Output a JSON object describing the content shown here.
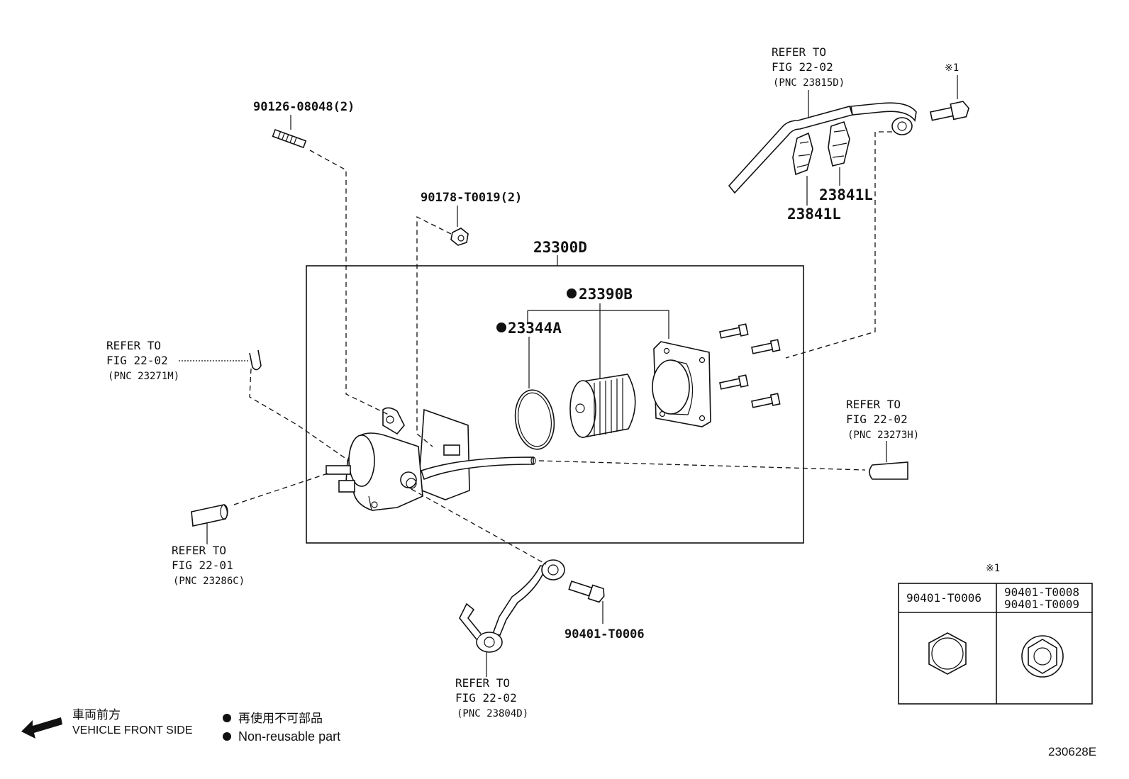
{
  "labels": {
    "stud_bolt": "90126-08048(2)",
    "nut": "90178-T0019(2)",
    "assembly": "23300D",
    "filter": "23390B",
    "oring": "23344A",
    "clip_a": "23841L",
    "clip_b": "23841L",
    "union_bolt_bottom": "90401-T0006",
    "footer_code": "230628E",
    "note_mark_top": "※1",
    "note_mark_table": "※1"
  },
  "refs": [
    {
      "id": "ref-top-right",
      "line1": "REFER TO",
      "line2": "FIG 22-02",
      "line3": "(PNC 23815D)"
    },
    {
      "id": "ref-left",
      "line1": "REFER TO",
      "line2": "FIG 22-02",
      "line3": "(PNC 23271M)"
    },
    {
      "id": "ref-right",
      "line1": "REFER TO",
      "line2": "FIG 22-02",
      "line3": "(PNC 23273H)"
    },
    {
      "id": "ref-bottom-left",
      "line1": "REFER TO",
      "line2": "FIG 22-01",
      "line3": "(PNC 23286C)"
    },
    {
      "id": "ref-bottom",
      "line1": "REFER TO",
      "line2": "FIG 22-02",
      "line3": "(PNC 23804D)"
    }
  ],
  "table": {
    "col1": "90401-T0006",
    "col2_line1": "90401-T0008",
    "col2_line2": "90401-T0009"
  },
  "legend": {
    "front_jp": "車両前方",
    "front_en": "VEHICLE FRONT SIDE",
    "nonreuse_jp": "再使用不可部品",
    "nonreuse_en": "Non-reusable part"
  }
}
